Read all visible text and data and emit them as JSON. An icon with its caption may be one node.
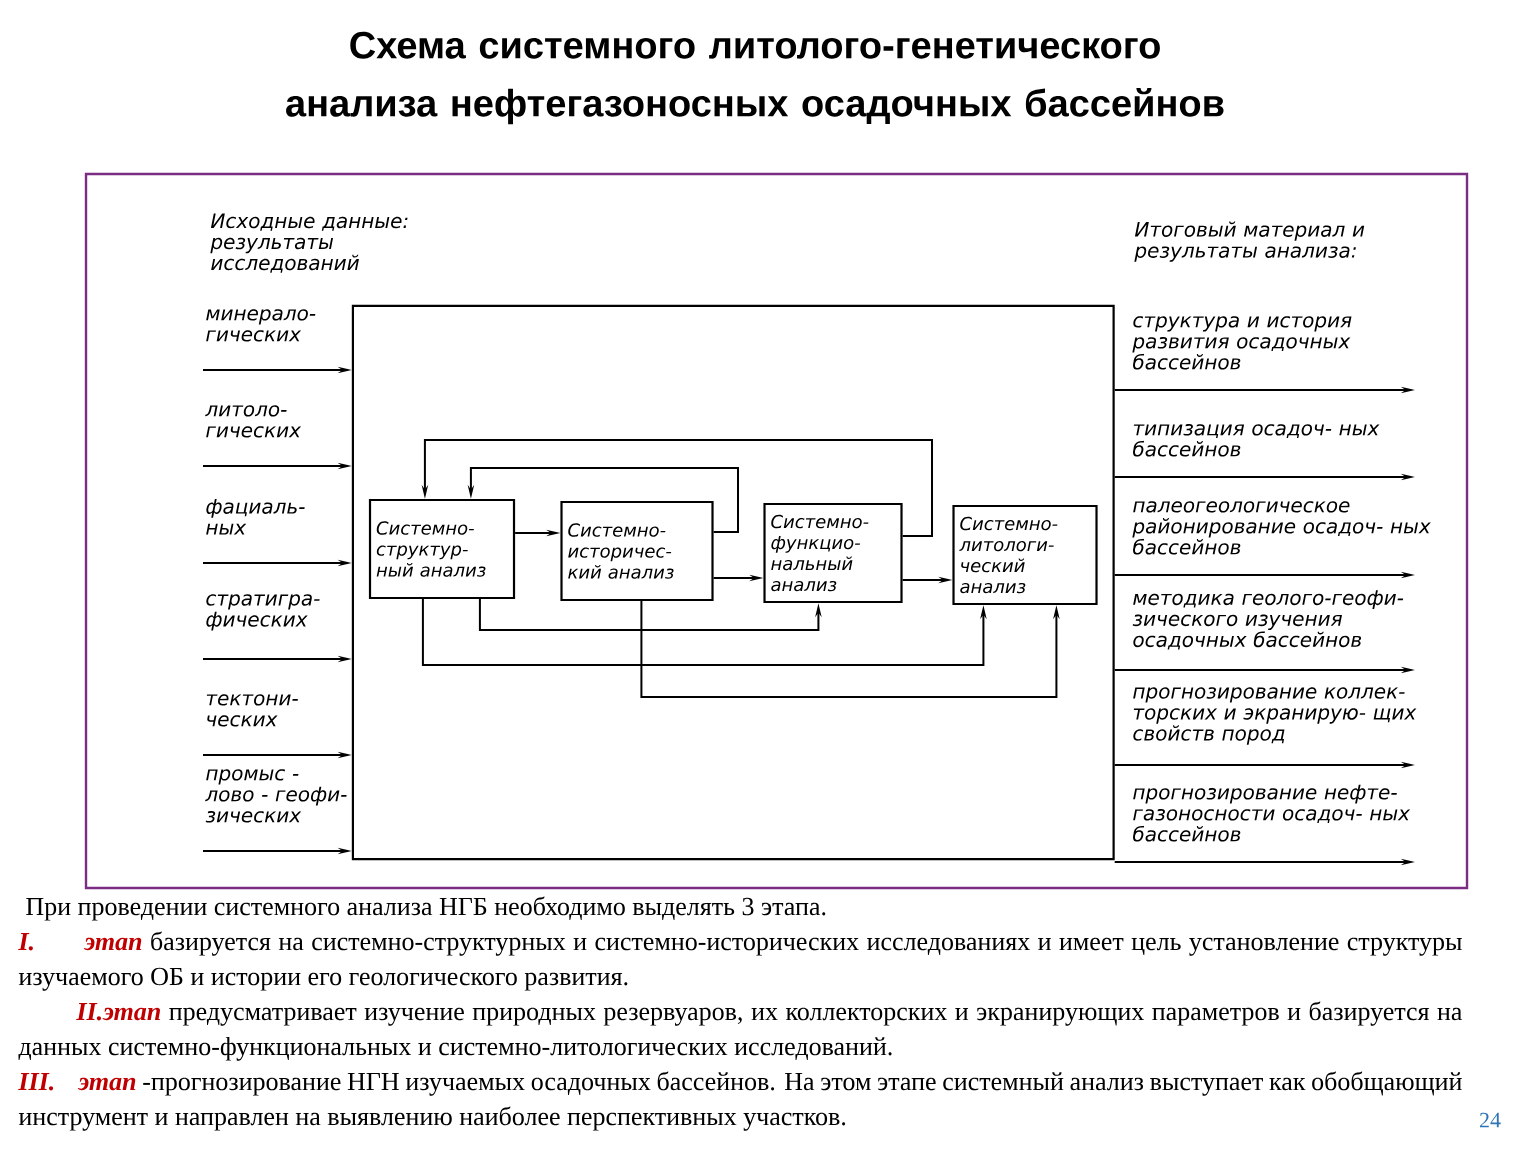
{
  "diagram": {
    "title": "Схема системного литолого-генетического анализа нефтегазоносных осадочных бассейнов",
    "nodes": [
      {
        "text": [],
        "shape": "box"
      },
      {
        "text": [
          "Системно- структур- ный анализ"
        ],
        "in": 0
      },
      {
        "text": [
          "Системно- историчес- кий анализ"
        ],
        "in": 0
      },
      {
        "text": [
          "Системно- функцио- нальный анализ"
        ],
        "in": 0
      },
      {
        "text": [
          "Системно- литологи- ческий анализ"
        ],
        "in": 0
      }
    ],
    "edges": [
      {
        "from": null,
        "to": 0,
        "arrow": "to",
        "label": "минерало- гических"
      },
      {
        "from": null,
        "to": 0,
        "arrow": "to",
        "label": "литоло- гических"
      },
      {
        "from": null,
        "to": 0,
        "arrow": "to",
        "label": "фациаль- ных"
      },
      {
        "from": null,
        "to": 0,
        "arrow": "to",
        "label": "стратигра- фических"
      },
      {
        "from": null,
        "to": 0,
        "arrow": "to",
        "label": "тектони- ческих"
      },
      {
        "from": null,
        "to": 0,
        "arrow": "to",
        "label": "промыс - лово - геофи- зических"
      },
      {
        "from": 1,
        "to": 2,
        "arrow": "to"
      },
      {
        "from": 2,
        "to": 3,
        "arrow": "to"
      },
      {
        "from": 3,
        "to": 4,
        "arrow": "to"
      },
      {
        "from": 3,
        "to": 1,
        "arrow": "to"
      },
      {
        "from": 2,
        "to": 1,
        "arrow": "to"
      },
      {
        "from": 1,
        "to": 3,
        "arrow": "to"
      },
      {
        "from": 1,
        "to": 4,
        "arrow": "to"
      },
      {
        "from": 2,
        "to": 4,
        "arrow": "to"
      },
      {
        "from": 0,
        "to": null,
        "arrow": "to",
        "label": "структура и история развития осадочных бассейнов"
      },
      {
        "from": 0,
        "to": null,
        "arrow": "to",
        "label": "типизация осадоч- ных бассейнов"
      },
      {
        "from": 0,
        "to": null,
        "arrow": "to",
        "label": "палеогеологическое районирование осадоч- ных бассейнов"
      },
      {
        "from": 0,
        "to": null,
        "arrow": "to",
        "label": "методика геолого-геофи- зического изучения осадочных бассейнов"
      },
      {
        "from": 0,
        "to": null,
        "arrow": "to",
        "label": "прогнозирование коллек- торских и экранирую- щих свойств пород"
      },
      {
        "from": 0,
        "to": null,
        "arrow": "to",
        "label": "прогнозирование нефте- газоносности осадоч- ных бассейнов"
      }
    ],
    "labels": [
      "Исходные данные: результаты исследований",
      "Итоговый материал и результаты анализа:",
      "При проведении системного анализа НГБ необходимо выделять 3 этапа.",
      "I.",
      "этап",
      "базируется на системно-структурных и системно-исторических исследованиях и имеет цель установление структуры изучаемого ОБ и истории его геологического развития.",
      "II.",
      "этап",
      "предусматривает изучение природных резервуаров, их коллекторских и экранирующих параметров и базируется на данных системно-функциональных и системно-литологических исследований.",
      "III.",
      "этап",
      "-прогнозирование НГН изучаемых осадочных бассейнов. На этом этапе системный анализ выступает как обобщающий инструмент и направлен на выявлению наиболее перспективных участков.",
      "24"
    ]
  }
}
